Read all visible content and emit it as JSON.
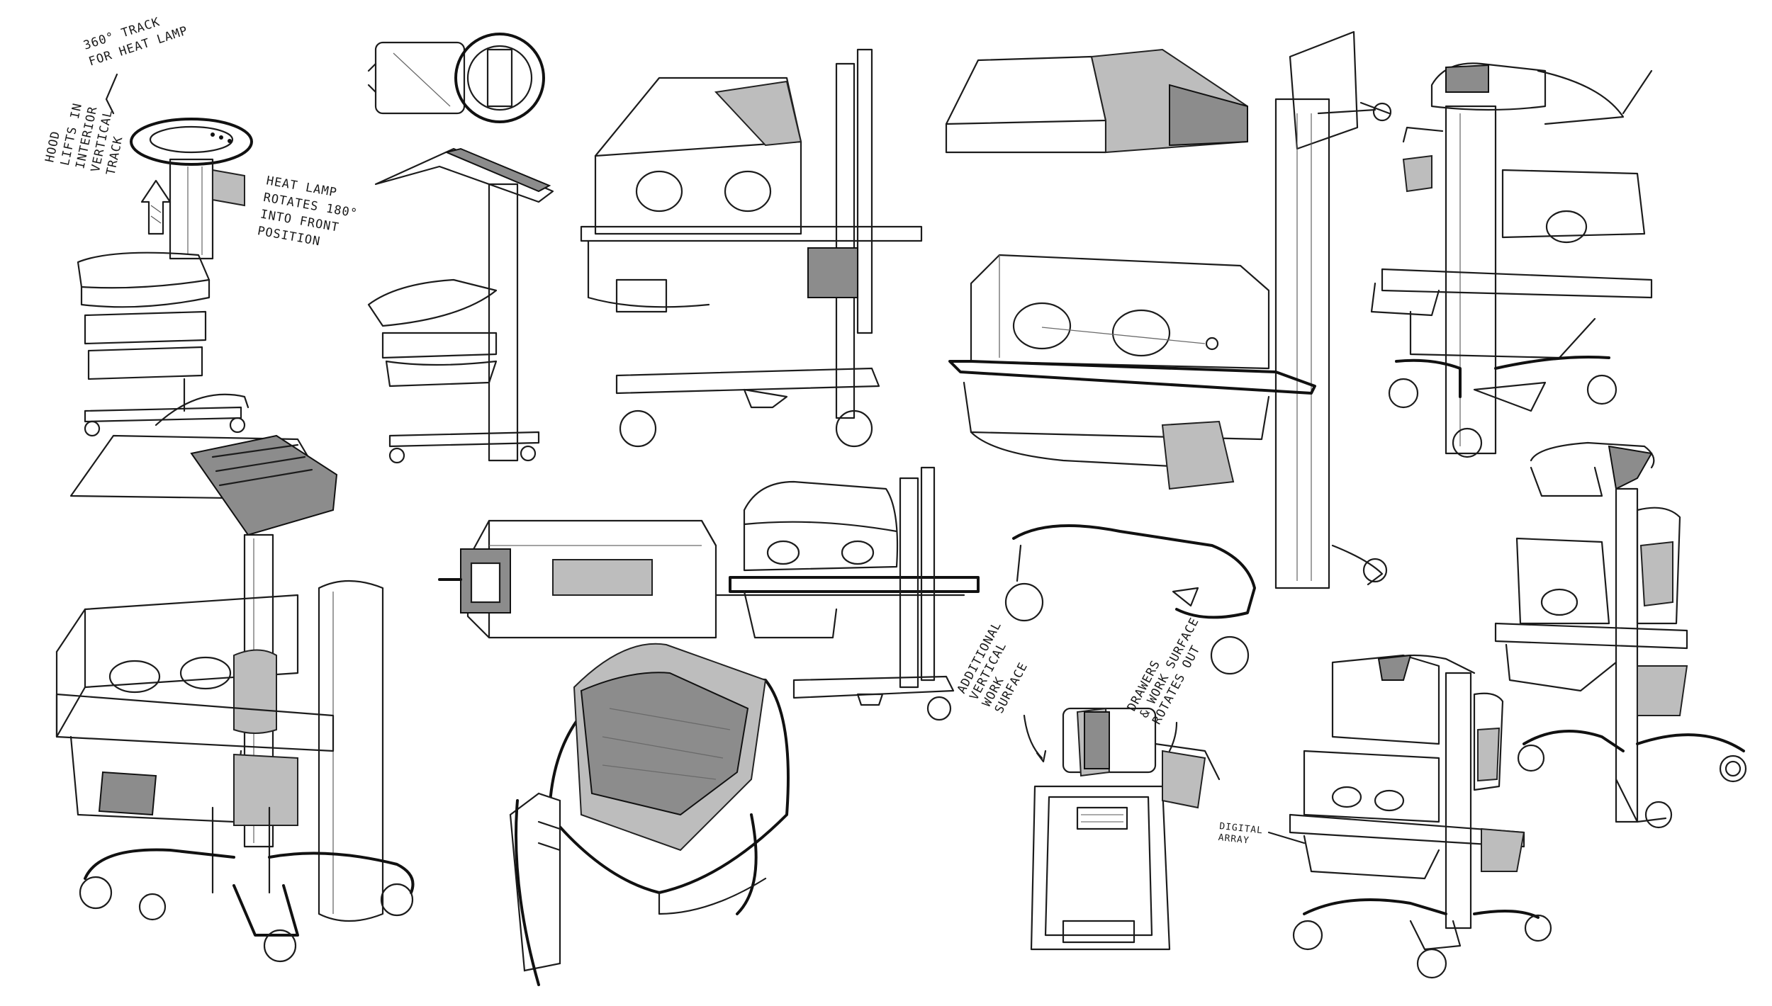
{
  "annotations": {
    "track": [
      "360° TRACK",
      "FOR HEAT LAMP"
    ],
    "hood": [
      "HOOD",
      "LIFTS IN",
      "INTERIOR",
      "VERTICAL",
      "TRACK"
    ],
    "heat_lamp": [
      "HEAT LAMP",
      "ROTATES 180°",
      "INTO FRONT",
      "POSITION"
    ],
    "surface": [
      "ADDITIONAL",
      "VERTICAL",
      "WORK",
      "SURFACE"
    ],
    "drawers": [
      "DRAWERS",
      "& WORK SURFACE",
      "ROTATES OUT"
    ],
    "digital": [
      "DIGITAL",
      "ARRAY"
    ]
  },
  "icons": [
    "hood-lift-arrow-icon",
    "callout-arrow-icon",
    "wheel-icon"
  ]
}
